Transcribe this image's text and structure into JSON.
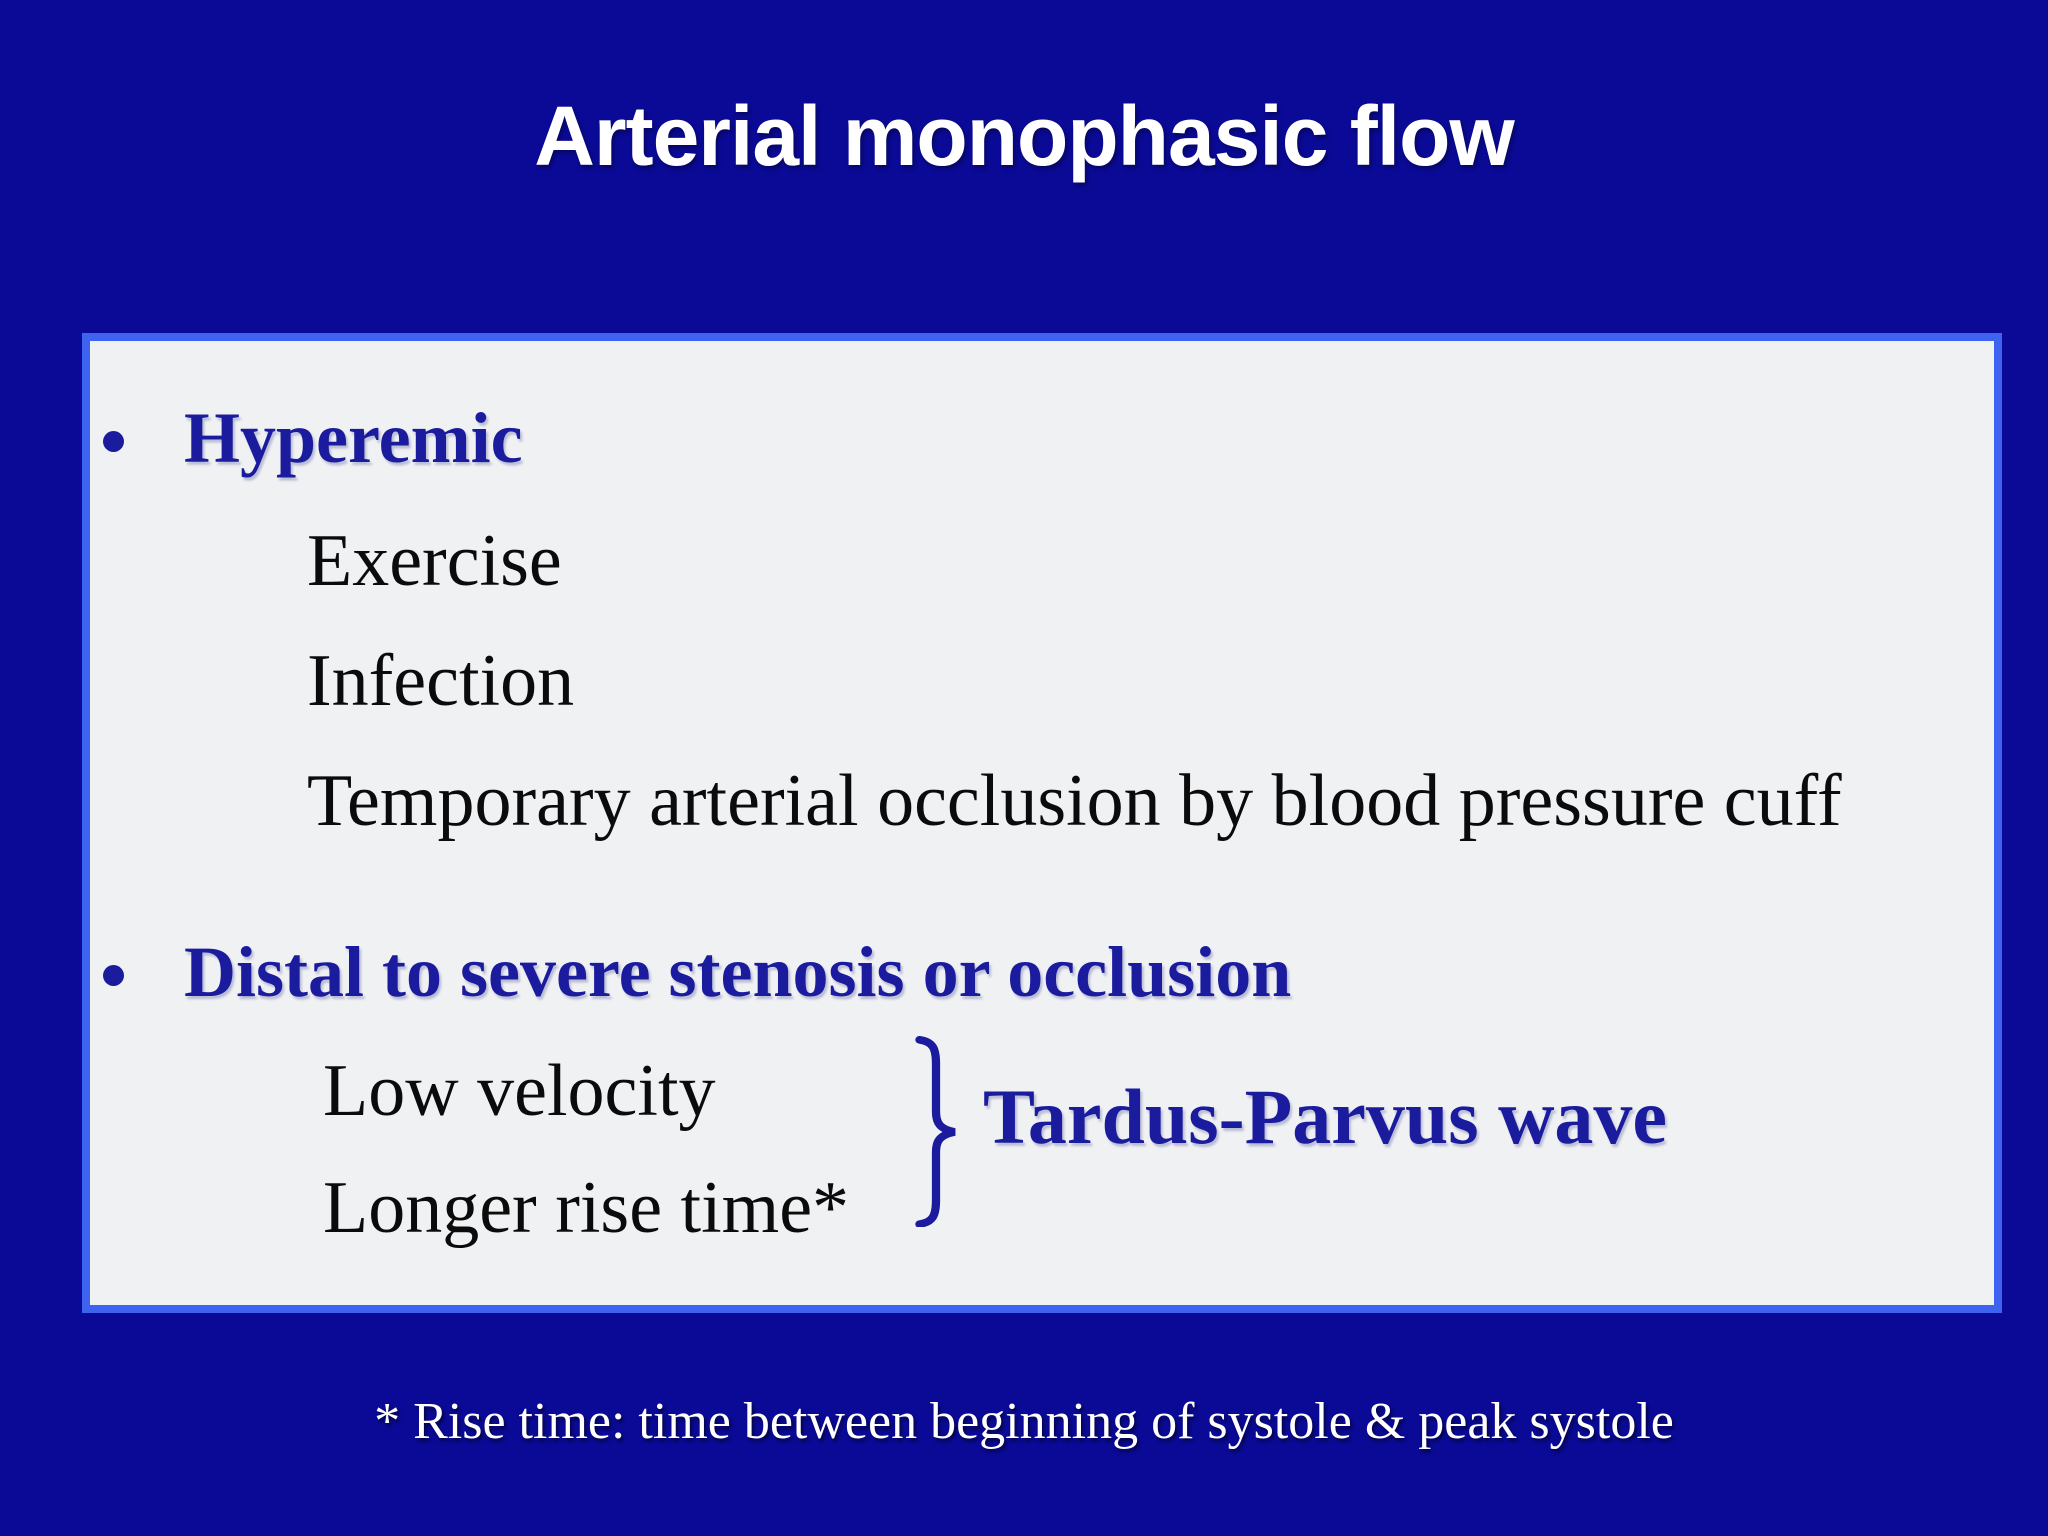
{
  "title": "Arterial monophasic flow",
  "content_box": {
    "sections": [
      {
        "heading": "Hyperemic",
        "items": [
          "Exercise",
          "Infection",
          "Temporary arterial occlusion by blood pressure cuff"
        ]
      },
      {
        "heading": "Distal to severe stenosis or occlusion",
        "items": [
          "Low velocity",
          "Longer rise time*"
        ],
        "annotation": "Tardus-Parvus wave"
      }
    ]
  },
  "footnote": "* Rise time: time between beginning of systole & peak systole",
  "icons": {
    "bullet": "filled-circle-bullet",
    "brace": "right-curly-brace"
  },
  "colors": {
    "background": "#0A0A96",
    "box_border": "#3E63F0",
    "box_fill": "#F0F1F3",
    "heading_blue": "#1B1B9E",
    "body_text": "#0B0B0B",
    "title_text": "#FFFFFF"
  }
}
